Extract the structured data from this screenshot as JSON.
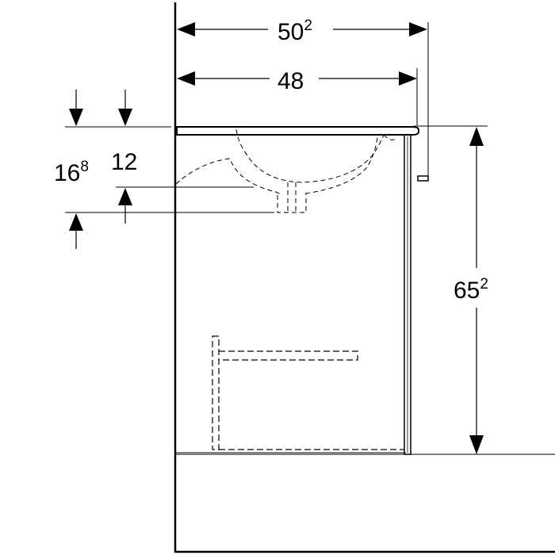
{
  "dimensions": {
    "overall_depth": {
      "main": "50",
      "sup": "2"
    },
    "cabinet_depth": {
      "main": "48"
    },
    "overall_height": {
      "main": "65",
      "sup": "2"
    },
    "basin_depth_outer": {
      "main": "16",
      "sup": "8"
    },
    "basin_depth_inner": {
      "main": "12"
    }
  },
  "colors": {
    "line": "#000000",
    "background": "#ffffff"
  }
}
